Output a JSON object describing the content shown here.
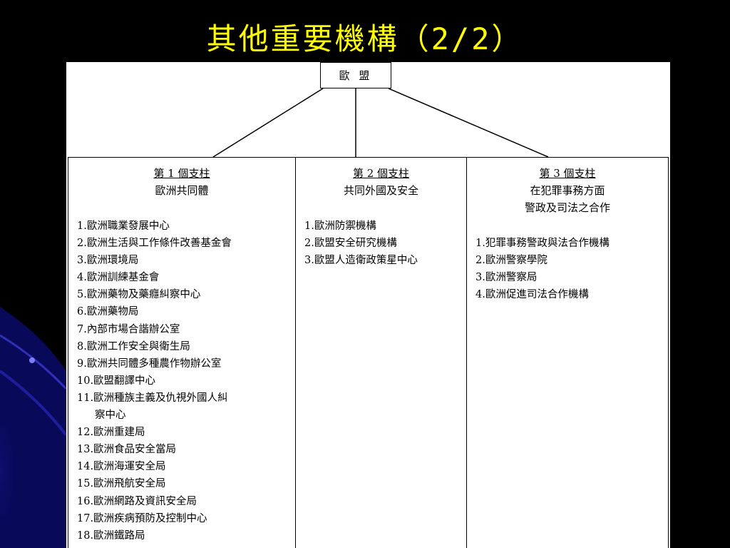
{
  "title": "其他重要機構（2/2）",
  "diagram": {
    "root": "歐 盟",
    "pillars": [
      {
        "number": "第 1 個支柱",
        "heading_lines": [
          "歐洲共同體"
        ],
        "items": [
          "1.歐洲職業發展中心",
          "2.歐洲生活與工作條件改善基金會",
          "3.歐洲環境局",
          "4.歐洲訓練基金會",
          "5.歐洲藥物及藥癮糾察中心",
          "6.歐洲藥物局",
          "7.內部市場合諧辦公室",
          "8.歐洲工作安全與衛生局",
          "9.歐洲共同體多種農作物辦公室",
          "10.歐盟翻譯中心",
          "11.歐洲種族主義及仇視外國人糾",
          "察中心",
          "12.歐洲重建局",
          "13.歐洲食品安全當局",
          "14.歐洲海運安全局",
          "15.歐洲飛航安全局",
          "16.歐洲網路及資訊安全局",
          "17.歐洲疾病預防及控制中心",
          "18.歐洲鐵路局"
        ]
      },
      {
        "number": "第 2 個支柱",
        "heading_lines": [
          "共同外國及安全"
        ],
        "items": [
          "1.歐洲防禦機構",
          "2.歐盟安全研究機構",
          "3.歐盟人造衛政策星中心"
        ]
      },
      {
        "number": "第 3 個支柱",
        "heading_lines": [
          "在犯罪事務方面",
          "警政及司法之合作"
        ],
        "items": [
          "1.犯罪事務警政與法合作機構",
          "2.歐洲警察學院",
          "3.歐洲警察局",
          "4.歐洲促進司法合作機構"
        ]
      }
    ]
  }
}
